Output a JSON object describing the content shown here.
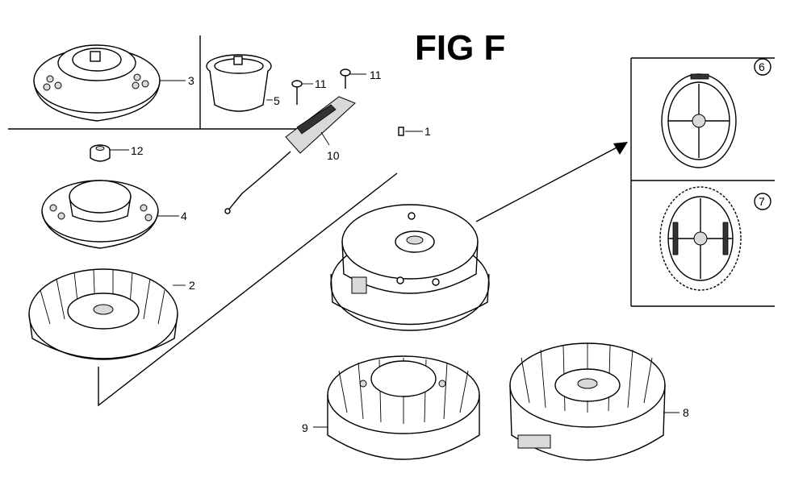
{
  "title": "FIG F",
  "callouts": {
    "p1": "1",
    "p2": "2",
    "p3": "3",
    "p4": "4",
    "p5": "5",
    "p6": "6",
    "p7": "7",
    "p8": "8",
    "p9": "9",
    "p10": "10",
    "p11a": "11",
    "p11b": "11",
    "p12": "12"
  },
  "colors": {
    "ink": "#000000",
    "paper": "#ffffff",
    "shade": "#d9d9d9"
  }
}
